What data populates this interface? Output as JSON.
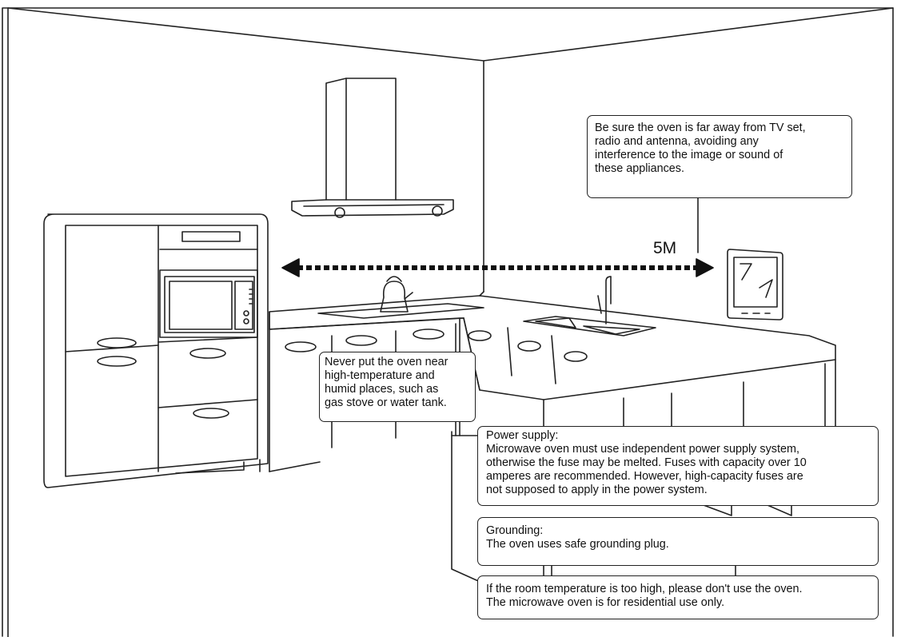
{
  "distance_label": "5M",
  "notes": {
    "tv": [
      "Be sure the oven is far away from TV set,",
      "radio and antenna, avoiding any",
      "interference to the image or sound of",
      "these appliances."
    ],
    "heat": [
      "Never put the oven near",
      "high-temperature and",
      "humid places, such as",
      "gas stove or water tank."
    ],
    "power_title": "Power supply:",
    "power": [
      "Microwave oven must use independent power supply system,",
      "otherwise the fuse may be melted. Fuses with capacity over 10",
      "amperes are recommended. However, high-capacity fuses are",
      "not supposed to apply in the power system."
    ],
    "ground_title": "Grounding:",
    "ground": "The oven uses safe grounding plug.",
    "temp": [
      "If the room temperature is too high, please don't use the oven.",
      "The microwave oven is for residential use only."
    ]
  },
  "colors": {
    "line": "#222222",
    "background": "#ffffff"
  },
  "icons": [
    "range-hood-icon",
    "tall-cabinet-icon",
    "microwave-oven-icon",
    "kettle-icon",
    "faucet-icon",
    "sink-icon",
    "tv-set-icon",
    "double-arrow-icon"
  ]
}
